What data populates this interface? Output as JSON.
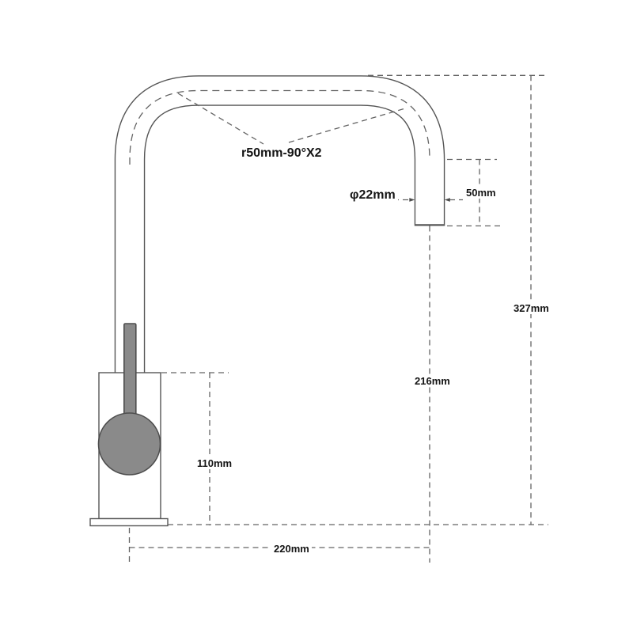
{
  "diagram": {
    "type": "technical-dimension-drawing",
    "subject": "kitchen faucet side elevation",
    "callouts": {
      "bend_radius": "r50mm-90°X2",
      "spout_diameter": "φ22mm"
    },
    "dimensions": {
      "outlet_drop": "50mm",
      "total_height": "327mm",
      "spout_clearance": "216mm",
      "body_height": "110mm",
      "spout_reach": "220mm"
    },
    "colors": {
      "line": "#555555",
      "dashed": "#636363",
      "handle_fill": "#8a8a8a",
      "handle_stroke": "#4d4d4d",
      "background": "#ffffff",
      "text": "#141414"
    }
  }
}
